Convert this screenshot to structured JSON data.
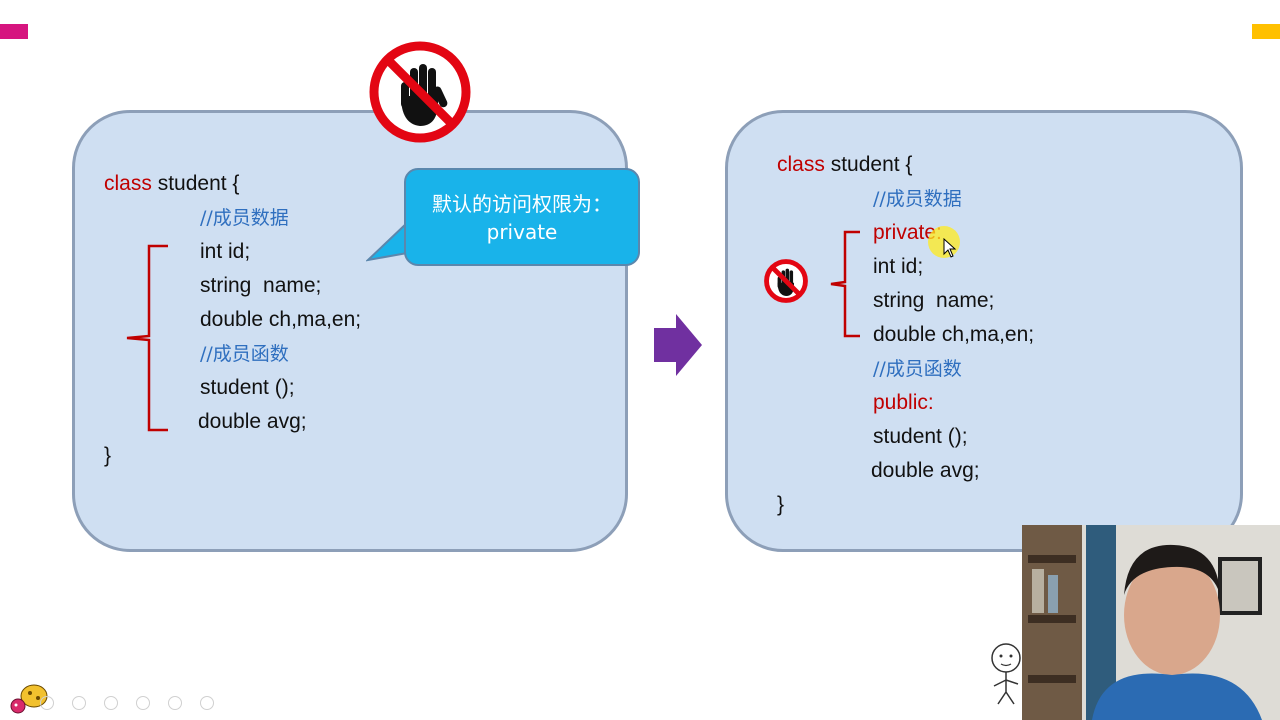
{
  "left_code": {
    "l1_kw": "class",
    "l1_rest": " student {",
    "l2": "//成员数据",
    "l3": "int id;",
    "l4": "string  name;",
    "l5": "double ch,ma,en;",
    "l6": "//成员函数",
    "l7": "student ();",
    "l8": "double avg;",
    "l9": "}"
  },
  "callout": {
    "line1": "默认的访问权限为：",
    "line2": "private"
  },
  "right_code": {
    "l1_kw": "class",
    "l1_rest": " student {",
    "l2": "//成员数据",
    "l3": "private:",
    "l4": "int id;",
    "l5": "string  name;",
    "l6": "double ch,ma,en;",
    "l7": "//成员函数",
    "l8": "public:",
    "l9": "student ();",
    "l10": "double avg;",
    "l11": "}"
  },
  "colors": {
    "panel_fill": "#cfdff2",
    "keyword_red": "#c00000",
    "comment_blue": "#2f6fbf",
    "callout_blue": "#19b3ea",
    "arrow_purple": "#7030a0",
    "corner_magenta": "#d6157f",
    "corner_yellow": "#ffc000"
  },
  "icons": [
    "no-entry-hand-icon",
    "right-arrow-icon",
    "cursor-icon",
    "ladybug-mascot-icon"
  ]
}
